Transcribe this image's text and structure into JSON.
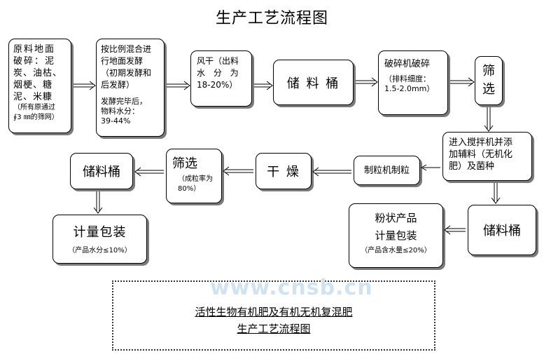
{
  "title": "生产工艺流程图",
  "nodes": {
    "raw": [
      "原料地面",
      "破碎：泥",
      "炭、油枯、",
      "烟梗、糖",
      "泥、米糠"
    ],
    "raw_note": [
      "（所有原通过",
      "∮3 ㎜的筛网）"
    ],
    "mix": [
      "按比例混合进",
      "行地面发酵",
      "（初期发酵和",
      "后发酵）"
    ],
    "mix_note": [
      "发酵完毕后，",
      "物料水分：",
      "39-44%"
    ],
    "air_dry": [
      "风干（出料",
      "水 分 为",
      "18-20%）"
    ],
    "storage1": "储 料 桶",
    "crusher": "破碎机破碎",
    "crusher_note": [
      "（排料细度：",
      "1.5-2.0mm）"
    ],
    "sieve1": [
      "筛",
      "选"
    ],
    "stir": [
      "进入搅拌机并添",
      "加辅料（无机化",
      "肥）及菌种"
    ],
    "granulate": "制粒机制粒",
    "dry": "干 燥",
    "sieve2": "筛选",
    "sieve2_note": [
      "（成粒率为",
      "80%）"
    ],
    "storage2": "储料桶",
    "package": "计量包装",
    "package_note": "（产品水分≤10%）",
    "storage3": "储料桶",
    "powder": "粉状产品",
    "powder_pack": "计量包装",
    "powder_note": "（产品含水量≤20%）"
  },
  "watermark": "www.cnsb.cn",
  "footer": [
    "活性生物有机肥及有机无机复混肥",
    "生产工艺流程图"
  ],
  "colors": {
    "shadow": "#7a7a7a",
    "watermark": "#cfe3f0"
  }
}
